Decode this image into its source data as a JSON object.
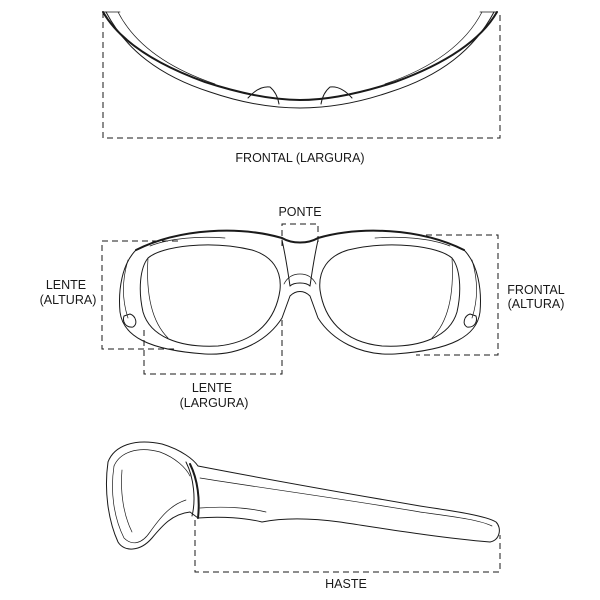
{
  "labels": {
    "frontal_largura": "FRONTAL (LARGURA)",
    "ponte": "PONTE",
    "lente_altura_1": "LENTE",
    "lente_altura_2": "(ALTURA)",
    "frontal_altura_1": "FRONTAL",
    "frontal_altura_2": "(ALTURA)",
    "lente_largura_1": "LENTE",
    "lente_largura_2": "(LARGURA)",
    "haste": "HASTE"
  },
  "colors": {
    "ink": "#1a1a1a",
    "background": "#ffffff"
  }
}
